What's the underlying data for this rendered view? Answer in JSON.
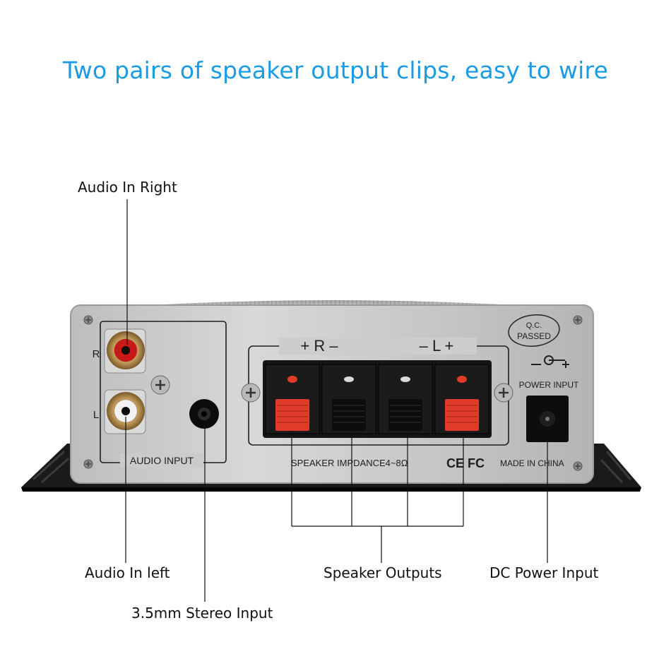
{
  "headline": "Two pairs of speaker output clips, easy to wire",
  "callouts": {
    "audio_in_right": "Audio In Right",
    "audio_in_left": "Audio In left",
    "stereo_input": "3.5mm Stereo Input",
    "speaker_outputs": "Speaker Outputs",
    "dc_power_input": "DC Power Input"
  },
  "panel": {
    "r": "R",
    "l": "L",
    "audio_input": "AUDIO INPUT",
    "speaker_header_right": "+ R –",
    "speaker_header_left": "– L +",
    "impedance": "SPEAKER IMPDANCE4~8Ω",
    "certification": "CE FC",
    "made_in": "MADE IN CHINA",
    "qc_line1": "Q.C.",
    "qc_line2": "PASSED",
    "power_input": "POWER INPUT"
  },
  "colors": {
    "headline": "#1a9be6",
    "panel": "#cfcfcf",
    "terminal_red": "#e03a2a",
    "terminal_body": "#151515"
  }
}
